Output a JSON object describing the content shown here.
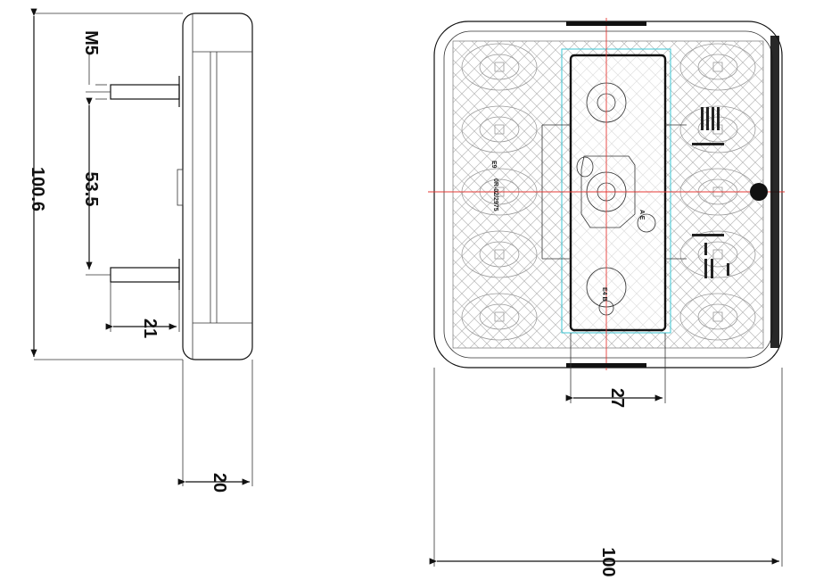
{
  "dimensions": {
    "height_overall": "100.6",
    "thread": "M5",
    "stud_spacing": "53.5",
    "stud_length": "21",
    "depth": "20",
    "width_overall": "100",
    "inner_window": "27"
  },
  "markings": {
    "approval_left": "E9",
    "approval_code": "0R-02/2975",
    "ab_label": "A E",
    "lower_center": "E4 B"
  },
  "colors": {
    "line": "#111111",
    "center_line": "#e53935",
    "window_outline": "#3bc7d6",
    "lens_pattern": "#9a9a9a"
  }
}
